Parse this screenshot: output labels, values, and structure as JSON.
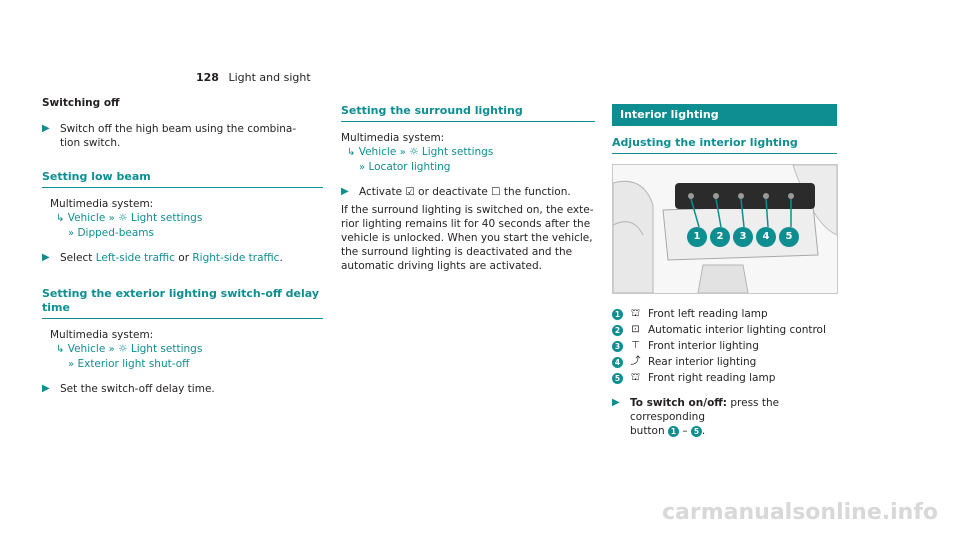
{
  "header": {
    "page_number": "128",
    "section": "Light and sight"
  },
  "col1": {
    "switching_off": {
      "title": "Switching off",
      "step_line1": "Switch off the high beam using the combina-",
      "step_line2": "tion switch."
    },
    "low_beam": {
      "title": "Setting low beam",
      "system_label": "Multimedia system:",
      "path1_a": "Vehicle",
      "path1_b": "Light settings",
      "path2": "Dipped-beams",
      "select_label": "Select",
      "opt1": "Left-side traffic",
      "or_label": "or",
      "opt2": "Right-side traffic",
      "period": "."
    },
    "switchoff_delay": {
      "title_line1": "Setting the exterior lighting switch-off delay",
      "title_line2": "time",
      "system_label": "Multimedia system:",
      "path1_a": "Vehicle",
      "path1_b": "Light settings",
      "path2": "Exterior light shut-off",
      "step": "Set the switch-off delay time."
    }
  },
  "col2": {
    "title": "Setting the surround lighting",
    "system_label": "Multimedia system:",
    "path1_a": "Vehicle",
    "path1_b": "Light settings",
    "path2": "Locator lighting",
    "activate_text": "Activate",
    "deactivate_text": "or deactivate",
    "function_text": "the function.",
    "para": [
      "If the surround lighting is switched on, the exte-",
      "rior lighting remains lit for 40 seconds after the",
      "vehicle is unlocked. When you start the vehicle,",
      "the surround lighting is deactivated and the",
      "automatic driving lights are activated."
    ]
  },
  "col3": {
    "banner": "Interior lighting",
    "subtitle": "Adjusting the interior lighting",
    "items": [
      {
        "num": "1",
        "label": "Front left reading lamp"
      },
      {
        "num": "2",
        "label": "Automatic interior lighting control"
      },
      {
        "num": "3",
        "label": "Front interior lighting"
      },
      {
        "num": "4",
        "label": "Rear interior lighting"
      },
      {
        "num": "5",
        "label": "Front right reading lamp"
      }
    ],
    "switch_bold": "To switch on/off:",
    "switch_text": "press the corresponding",
    "button_text": "button",
    "range_from": "1",
    "range_dash": "–",
    "range_to": "5",
    "range_period": "."
  },
  "figure_badges": [
    "1",
    "2",
    "3",
    "4",
    "5"
  ],
  "footer": {
    "watermark": "carmanualsonline.info"
  },
  "colors": {
    "accent": "#0e8e91"
  }
}
